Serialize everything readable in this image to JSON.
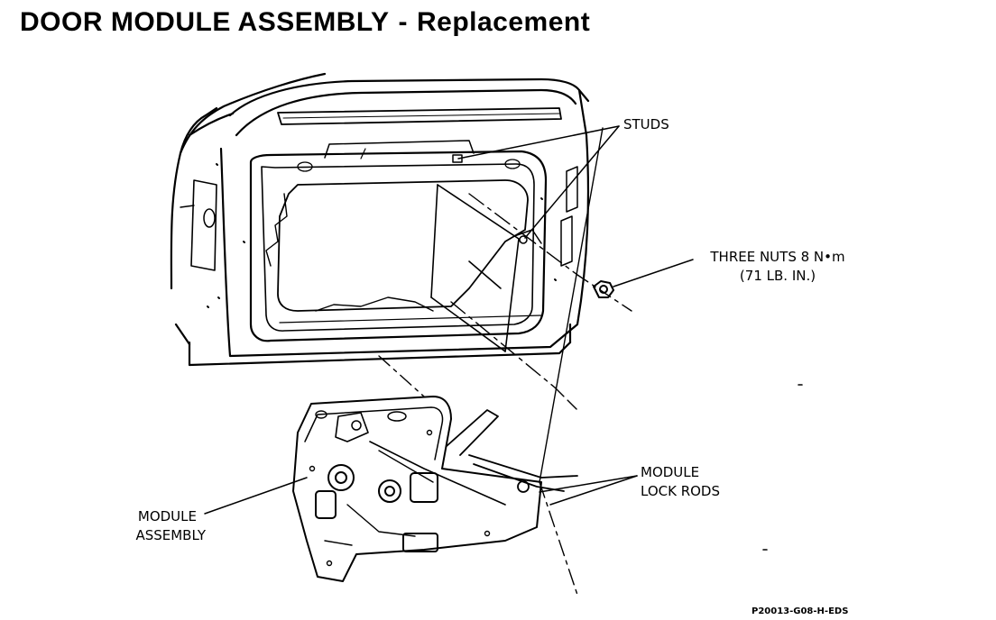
{
  "title": {
    "main": "DOOR MODULE ASSEMBLY",
    "separator": "-",
    "sub": "Replacement"
  },
  "callouts": {
    "studs": "STUDS",
    "nuts_line1": "THREE NUTS 8 N•m",
    "nuts_line2": "(71 LB. IN.)",
    "lock_rods_line1": "MODULE",
    "lock_rods_line2": "LOCK RODS",
    "module_line1": "MODULE",
    "module_line2": "ASSEMBLY"
  },
  "figure_id": "P20013-G08-H-EDS"
}
